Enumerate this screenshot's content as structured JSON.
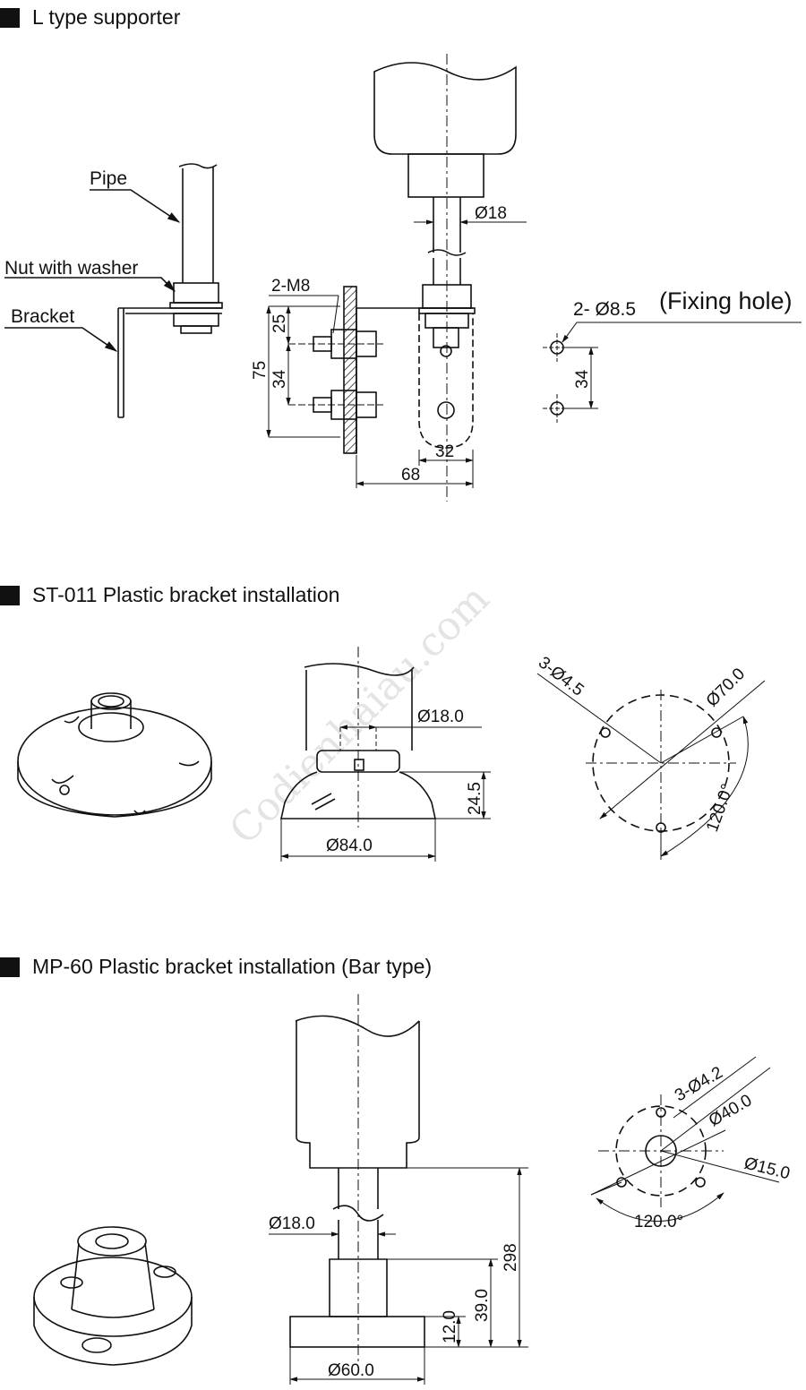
{
  "headings": {
    "l_type": "L type supporter",
    "st011": "ST-011 Plastic bracket installation",
    "mp60": "MP-60 Plastic bracket installation (Bar type)"
  },
  "watermark": "Codienhaiau.com",
  "l_type": {
    "labels": {
      "pipe": "Pipe",
      "nut": "Nut with washer",
      "bracket": "Bracket"
    },
    "dims": {
      "pipe_dia": "Ø18",
      "bolt": "2-M8",
      "d25": "25",
      "d34_left": "34",
      "d75": "75",
      "d32": "32",
      "d68": "68",
      "fixing_hole": "2- Ø8.5",
      "fixing_hole_note": "(Fixing hole)",
      "d34_right": "34"
    }
  },
  "st011": {
    "dims": {
      "pipe_dia": "Ø18.0",
      "height": "24.5",
      "base_dia": "Ø84.0",
      "holes": "3-Ø4.5",
      "pcd": "Ø70.0",
      "angle": "120.0°"
    }
  },
  "mp60": {
    "dims": {
      "pipe_dia": "Ø18.0",
      "total_height": "298",
      "base_height": "39.0",
      "flange_height": "12.0",
      "base_dia": "Ø60.0",
      "holes": "3-Ø4.2",
      "pcd": "Ø40.0",
      "center_dia": "Ø15.0",
      "angle": "120.0°"
    }
  },
  "colors": {
    "line": "#111111",
    "hatch": "#111111",
    "watermark": "#e4e4e4"
  }
}
